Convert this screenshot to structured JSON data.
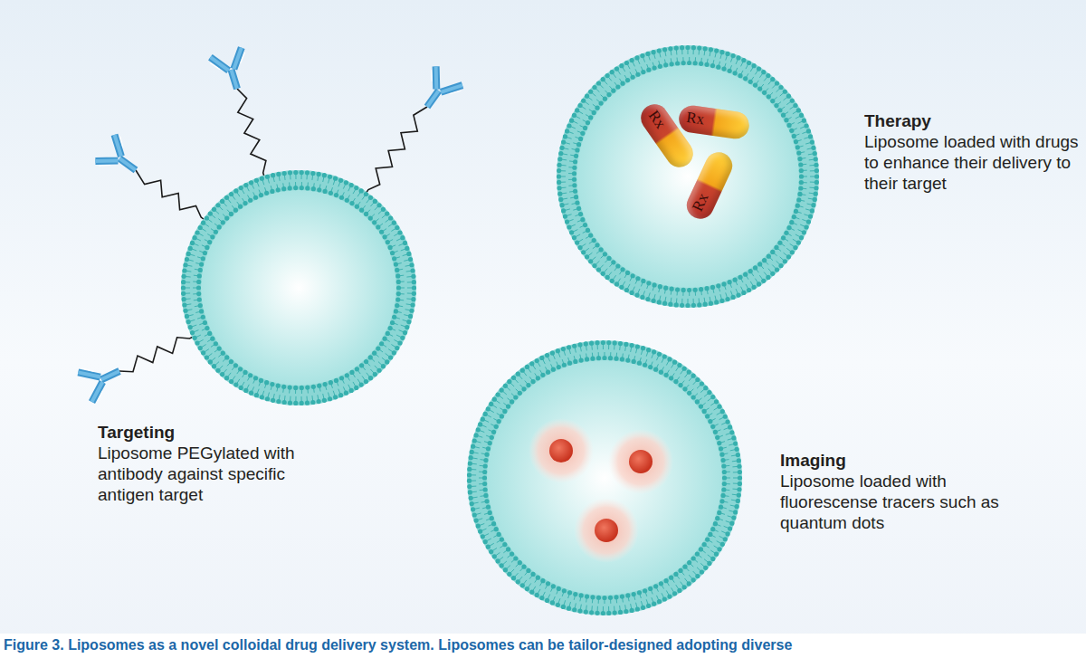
{
  "diagram": {
    "caption": "Figure 3. Liposomes as a novel colloidal drug delivery system. Liposomes can be tailor-designed adopting diverse",
    "nodes": [
      {
        "text": [
          "Targeting",
          "Liposome PEGylated with antibody against specific antigen target"
        ]
      },
      {
        "text": [
          "Therapy",
          "Liposome loaded with drugs to enhance their delivery to their target"
        ]
      },
      {
        "text": [
          "Imaging",
          "Liposome loaded with fluorescense tracers such as quantum dots"
        ]
      }
    ],
    "labels": [
      "Rx",
      "Rx",
      "Rx"
    ]
  }
}
